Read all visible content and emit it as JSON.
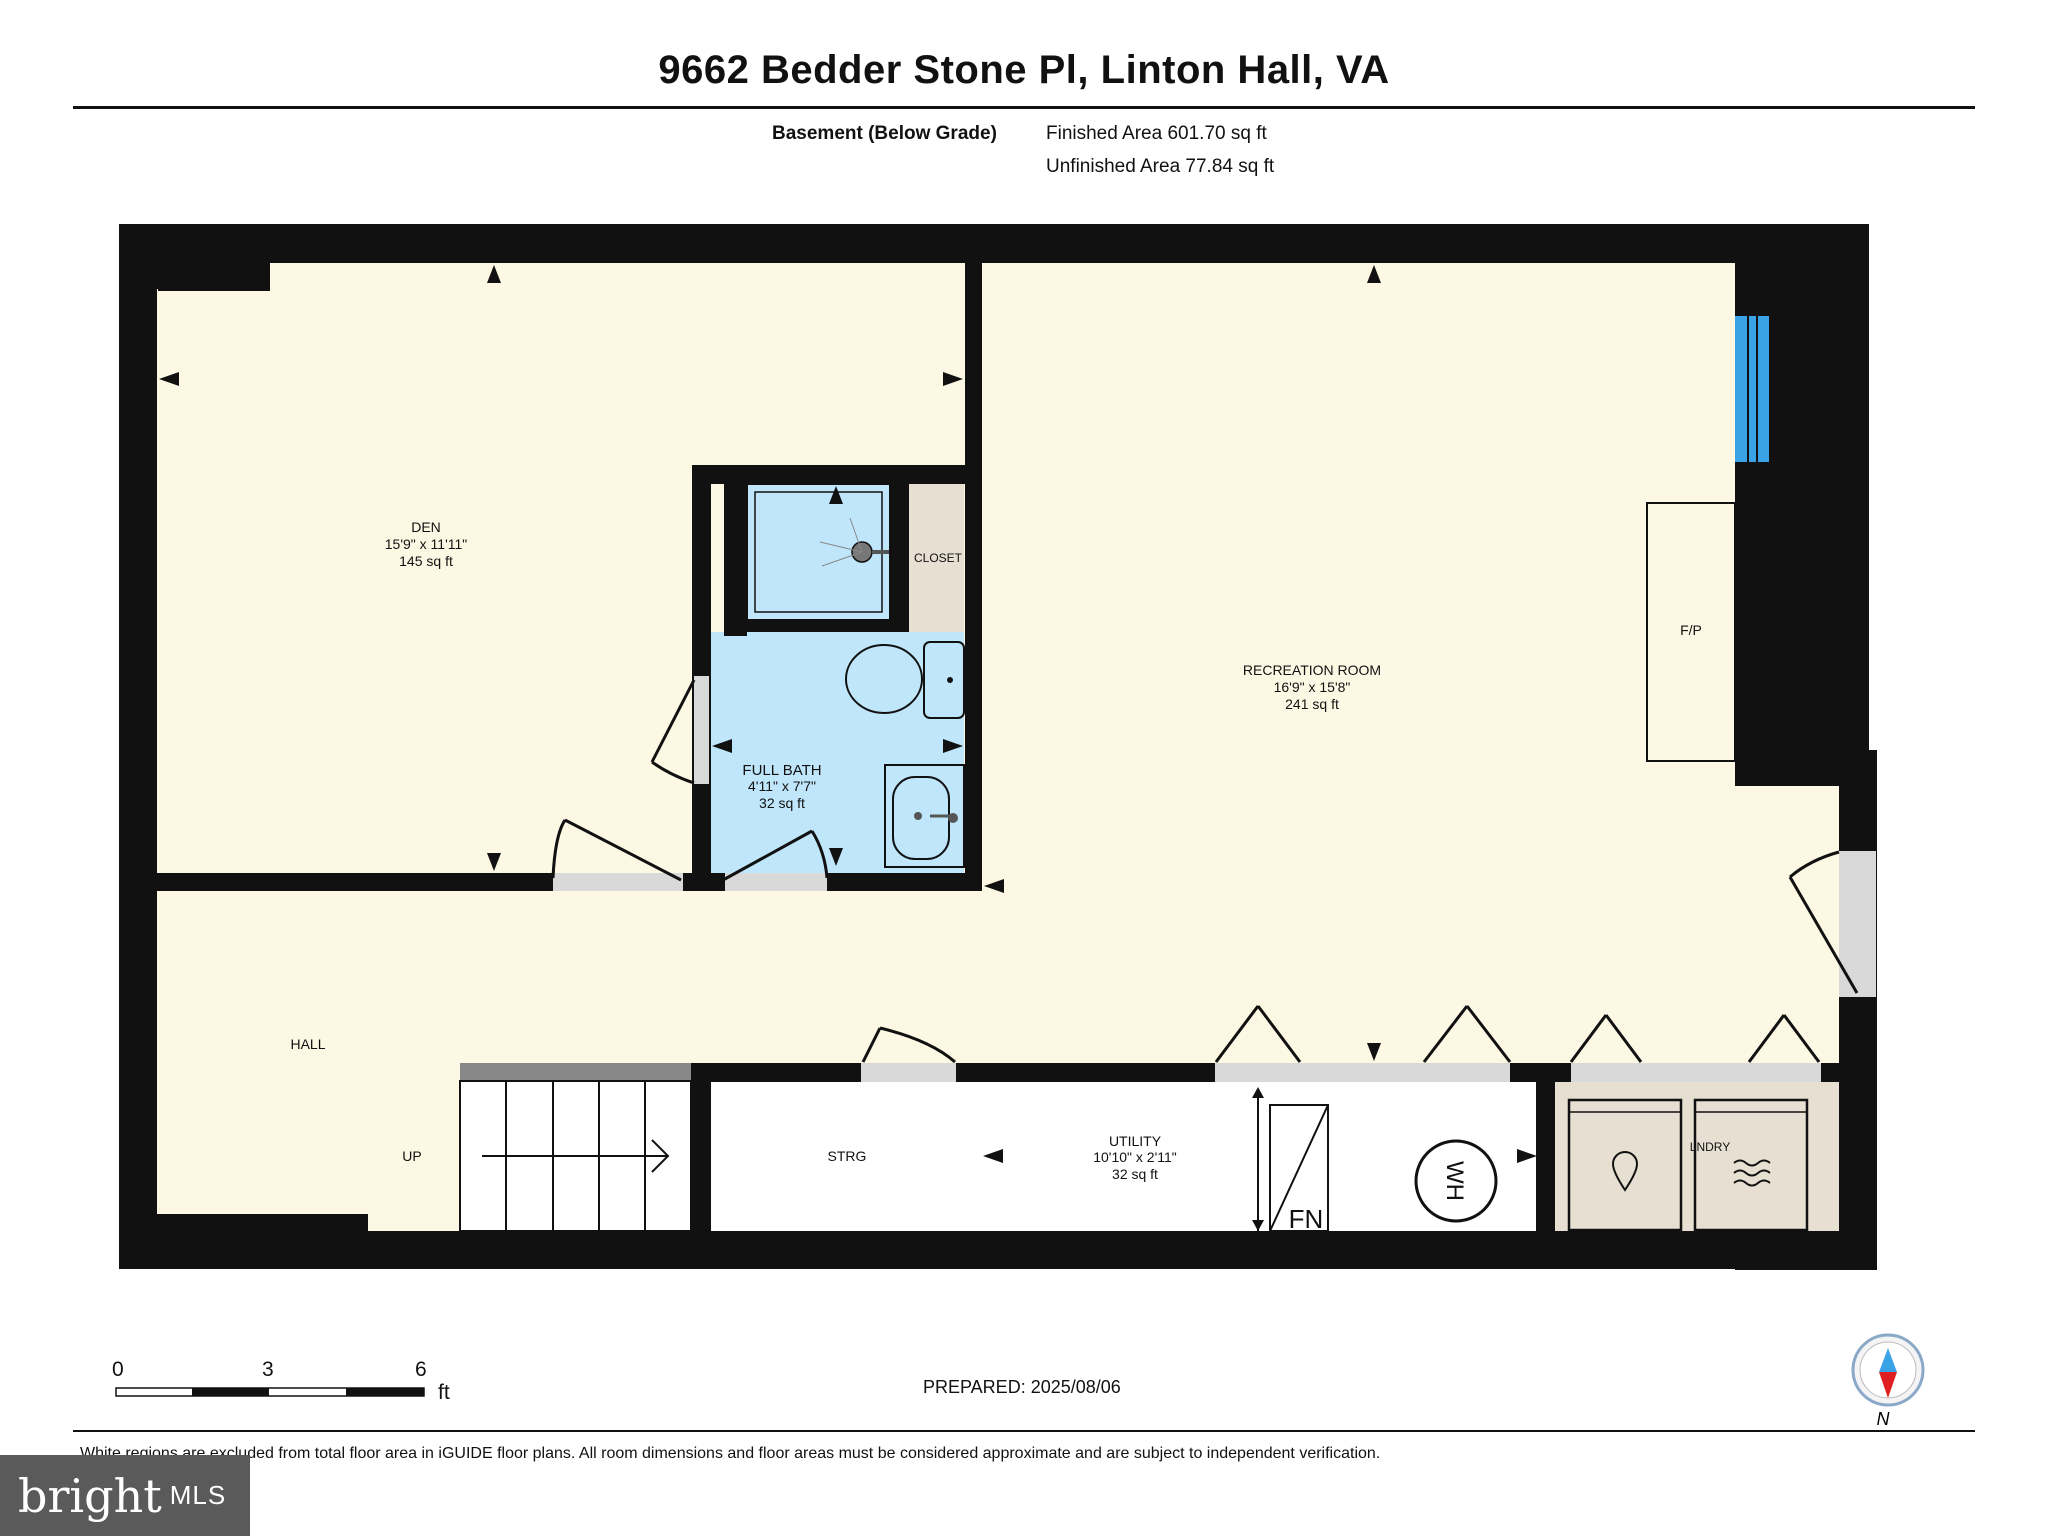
{
  "header": {
    "title": "9662 Bedder Stone Pl, Linton Hall, VA"
  },
  "floor": {
    "name": "Basement (Below Grade)",
    "finished_area": "Finished Area 601.70 sq ft",
    "unfinished_area": "Unfinished Area 77.84 sq ft"
  },
  "rooms": {
    "den": {
      "name": "DEN",
      "dims": "15'9\" x 11'11\"",
      "area": "145 sq ft"
    },
    "bath": {
      "name": "FULL BATH",
      "dims": "4'11\" x 7'7\"",
      "area": "32 sq ft"
    },
    "closet": {
      "name": "CLOSET"
    },
    "rec": {
      "name": "RECREATION ROOM",
      "dims": "16'9\" x 15'8\"",
      "area": "241 sq ft"
    },
    "fp": {
      "name": "F/P"
    },
    "hall": {
      "name": "HALL"
    },
    "up": {
      "name": "UP"
    },
    "strg": {
      "name": "STRG"
    },
    "utility": {
      "name": "UTILITY",
      "dims": "10'10\" x 2'11\"",
      "area": "32 sq ft"
    },
    "fn": {
      "name": "FN"
    },
    "wh": {
      "name": "WH"
    },
    "laundry": {
      "name": "LNDRY"
    }
  },
  "scale": {
    "ticks": [
      "0",
      "3",
      "6"
    ],
    "unit": "ft"
  },
  "compass": {
    "label": "N"
  },
  "footer": {
    "prepared": "PREPARED: 2025/08/06",
    "disclaimer": "White regions are excluded from total floor area in iGUIDE floor plans. All room dimensions and floor areas must be considered approximate and are subject to independent verification."
  },
  "logo": {
    "brand": "bright",
    "suffix": "MLS"
  },
  "colors": {
    "wall": "#111111",
    "room": "#fdf8e4",
    "bath": "#bfe6fb",
    "window": "#3aa3e6",
    "laundry": "#e7e0d2",
    "door": "#d9d9d9"
  }
}
